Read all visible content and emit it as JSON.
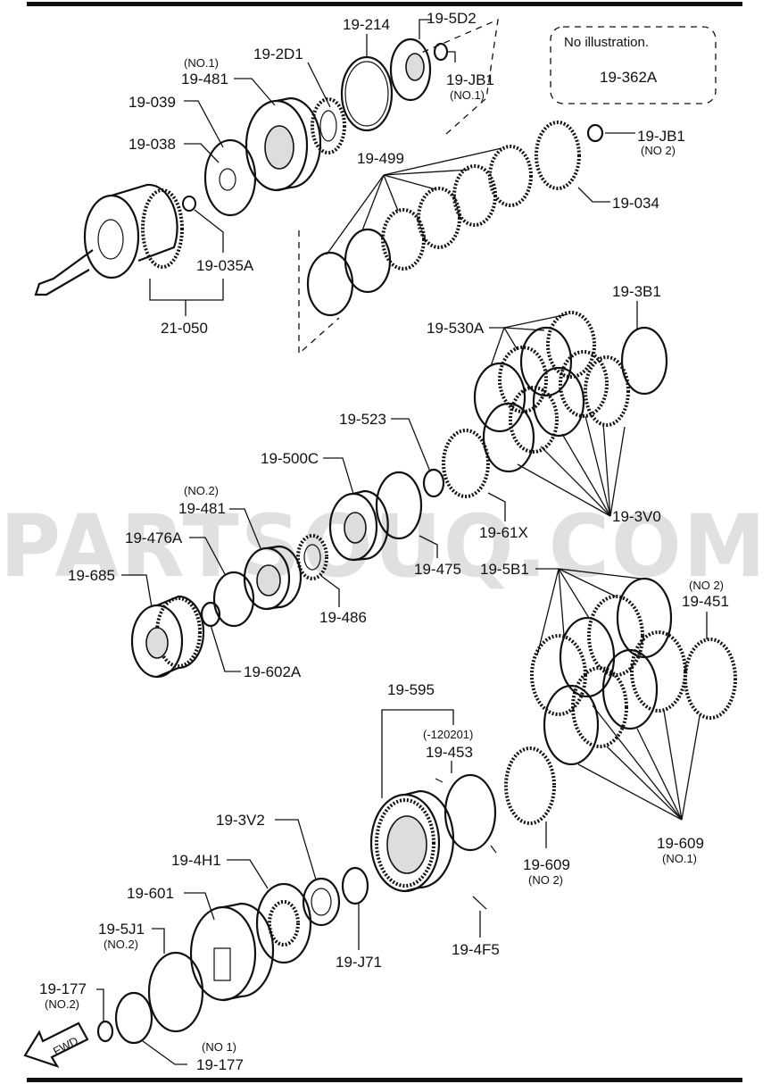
{
  "watermark": "PARTSOUQ.COM",
  "note_box": {
    "text": "No illustration.",
    "part": "19-362A"
  },
  "labels": {
    "p19_214": "19-214",
    "p19_5D2": "19-5D2",
    "p19_2D1": "19-2D1",
    "no1_481": "(NO.1)",
    "p19_481_a": "19-481",
    "p19_039": "19-039",
    "p19_038": "19-038",
    "p19_JB1_a": "19-JB1",
    "no1_JB1": "(NO.1)",
    "p19_JB1_b": "19-JB1",
    "no2_JB1": "(NO 2)",
    "p19_499": "19-499",
    "p19_034": "19-034",
    "p19_035A": "19-035A",
    "p21_050": "21-050",
    "p19_3B1": "19-3B1",
    "p19_530A": "19-530A",
    "p19_523": "19-523",
    "p19_500C": "19-500C",
    "no2_481": "(NO.2)",
    "p19_481_b": "19-481",
    "p19_476A": "19-476A",
    "p19_685": "19-685",
    "p19_61X": "19-61X",
    "p19_3V0": "19-3V0",
    "p19_475": "19-475",
    "p19_5B1": "19-5B1",
    "p19_486": "19-486",
    "no2_451": "(NO 2)",
    "p19_451": "19-451",
    "p19_602A": "19-602A",
    "p19_595": "19-595",
    "date_453": "(-120201)",
    "p19_453": "19-453",
    "p19_3V2": "19-3V2",
    "p19_4H1": "19-4H1",
    "p19_601": "19-601",
    "p19_5J1": "19-5J1",
    "no2_5J1": "(NO.2)",
    "p19_177_a": "19-177",
    "no2_177": "(NO.2)",
    "no1_177": "(NO 1)",
    "p19_177_b": "19-177",
    "p19_609_a": "19-609",
    "no2_609": "(NO 2)",
    "p19_609_b": "19-609",
    "no1_609": "(NO.1)",
    "p19_J71": "19-J71",
    "p19_4F5": "19-4F5",
    "fwd": "FWD"
  }
}
